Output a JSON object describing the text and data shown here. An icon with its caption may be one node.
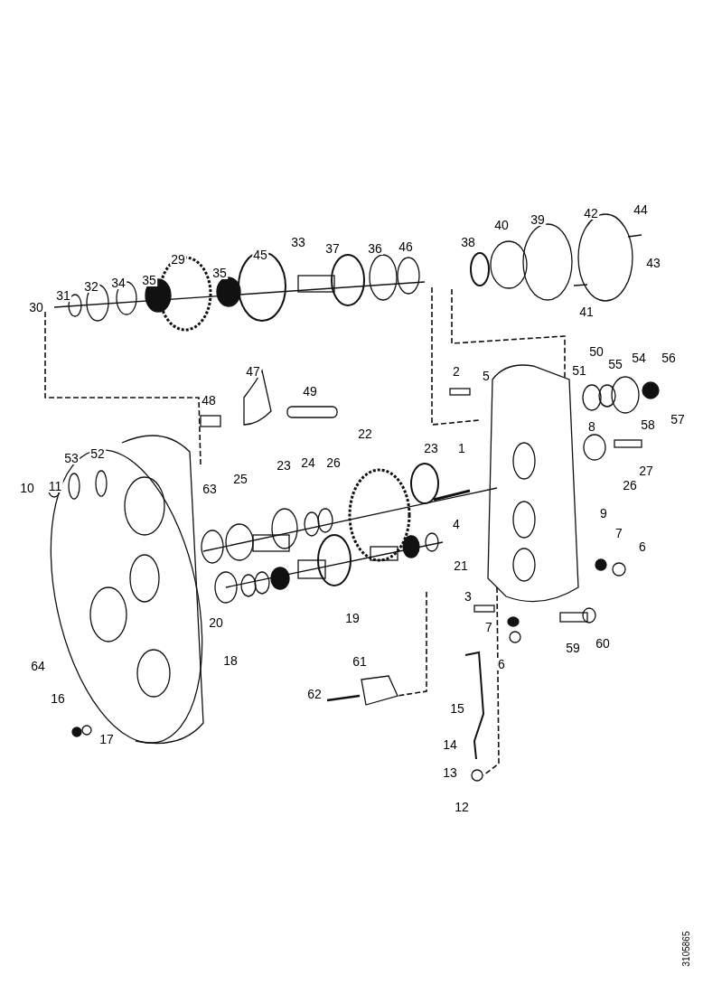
{
  "diagram": {
    "labels": [
      "44",
      "42",
      "39",
      "40",
      "33",
      "43",
      "38",
      "37",
      "45",
      "29",
      "36",
      "46",
      "32",
      "34",
      "35",
      "35",
      "31",
      "30",
      "41",
      "50",
      "54",
      "56",
      "47",
      "2",
      "55",
      "51",
      "5",
      "58",
      "57",
      "49",
      "48",
      "22",
      "23",
      "1",
      "8",
      "27",
      "53",
      "52",
      "23",
      "24",
      "26",
      "10",
      "11",
      "63",
      "25",
      "26",
      "9",
      "7",
      "4",
      "6",
      "21",
      "3",
      "20",
      "19",
      "7",
      "59",
      "60",
      "64",
      "18",
      "61",
      "6",
      "16",
      "62",
      "15",
      "17",
      "14",
      "13",
      "12",
      "3105865"
    ]
  }
}
